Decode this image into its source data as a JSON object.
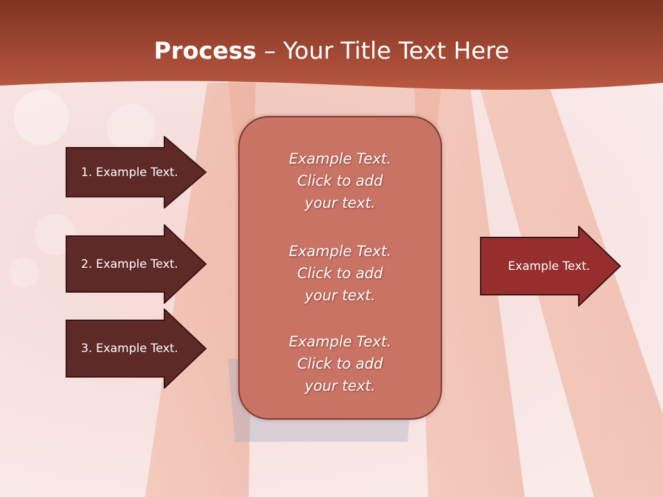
{
  "slide": {
    "title_bold": "Process",
    "title_rest": " – Your Title Text Here"
  },
  "left_arrows": [
    {
      "label": "1. Example Text."
    },
    {
      "label": "2. Example Text."
    },
    {
      "label": "3. Example Text."
    }
  ],
  "center_box": {
    "blocks": [
      {
        "line1": "Example Text.",
        "line2": "Click  to add",
        "line3": "your text."
      },
      {
        "line1": "Example Text.",
        "line2": "Click  to add",
        "line3": "your text."
      },
      {
        "line1": "Example Text.",
        "line2": "Click  to add",
        "line3": "your text."
      }
    ]
  },
  "right_arrow": {
    "label": "Example Text."
  },
  "colors": {
    "header": "#a3473a",
    "left_arrow_fill": "#5e2a28",
    "right_arrow_fill": "#962e2e",
    "center_box_fill": "#c97365",
    "outline": "#3b1414"
  }
}
